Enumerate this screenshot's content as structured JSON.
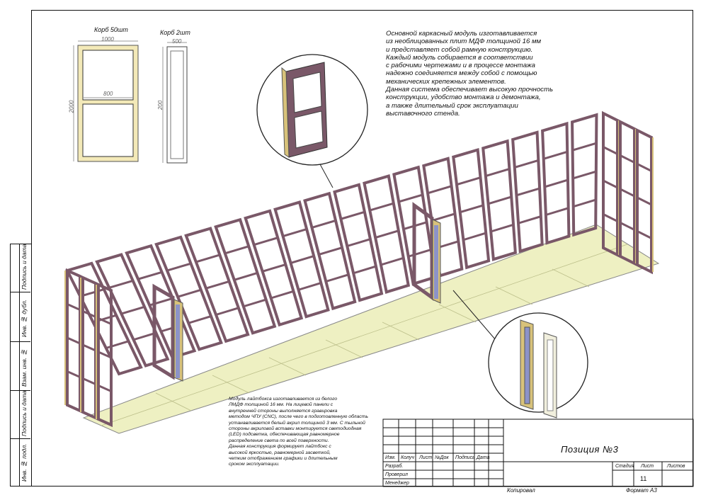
{
  "drawings": {
    "frame_a": {
      "title": "Корб 50шт",
      "width": "1000",
      "height": "2000",
      "inner": "800"
    },
    "frame_b": {
      "title": "Корб 2шт",
      "width": "500",
      "height": "200"
    }
  },
  "description_top": [
    "Основной каркасный модуль изготавливается",
    "из необлицованных плит МДФ толщиной 16 мм",
    "и представляет собой рамную конструкцию.",
    "Каждый модуль собирается в соответствии",
    "с рабочими чертежами и в процессе монтажа",
    "надежно соединяется между собой с помощью",
    "механических крепежных элементов.",
    "Данная система обеспечивает высокую прочность",
    "конструкции, удобство монтажа и демонтажа,",
    "а также длительный срок эксплуатации",
    "выставочного стенда."
  ],
  "description_bottom": [
    "Модуль лайтбокса изготавливается из белого",
    "ЛМДФ толщиной 16 мм. На лицевой панели с",
    "внутренней стороны выполняется гравировка",
    "методом ЧПУ (CNC), после чего в подготовленную область",
    "устанавливается белый акрил толщиной 3 мм. С тыльной",
    "стороны акриловой вставки монтируется светодиодная",
    "(LED) подсветка, обеспечивающая равномерное",
    "распределение света по всей поверхности.",
    "Данная конструкция формирует лайтбокс с",
    "высокой яркостью, равномерной засветкой,",
    "четким отображением графики и длительным",
    "сроком эксплуатации."
  ],
  "side_strip": [
    "Подпись и дата",
    "Инв. № дубл.",
    "Взам. инв. №",
    "Подпись и дата",
    "Инв. № подл."
  ],
  "title_block": {
    "headers": [
      "Изм.",
      "Колуч",
      "Лист",
      "№Док",
      "Подпись",
      "Дата"
    ],
    "rows": [
      "Разраб.",
      "Проверил",
      "Менеджер"
    ],
    "position": "Позиция №3",
    "stage_label": "Стадия",
    "sheet_label": "Лист",
    "sheets_label": "Листов",
    "sheet_number": "11",
    "copied": "Копировал",
    "format": "Формат  А3"
  },
  "colors": {
    "frame": "#7a5868",
    "frame_light": "#a98a98",
    "edge": "#d8c27a",
    "floor": "#eef0c2",
    "lightbox": "#8c93c8"
  }
}
